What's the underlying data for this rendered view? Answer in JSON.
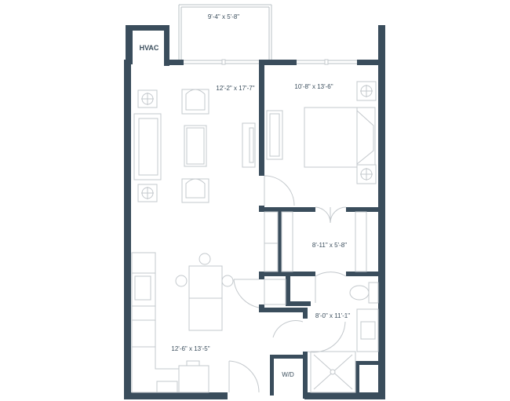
{
  "plan": {
    "colors": {
      "wall": "#3a4d5c",
      "line": "#c3c8cc"
    },
    "labels": {
      "balcony": "9'-4\" x 5'-8\"",
      "hvac": "HVAC",
      "living": "12'-2\" x 17'-7\"",
      "bedroom": "10'-8\" x 13'-6\"",
      "closet": "8'-11\" x 5'-8\"",
      "bath": "8'-0\" x 11'-1\"",
      "kitchen": "12'-6\" x 13'-5\"",
      "washer_dryer": "W/D"
    }
  }
}
